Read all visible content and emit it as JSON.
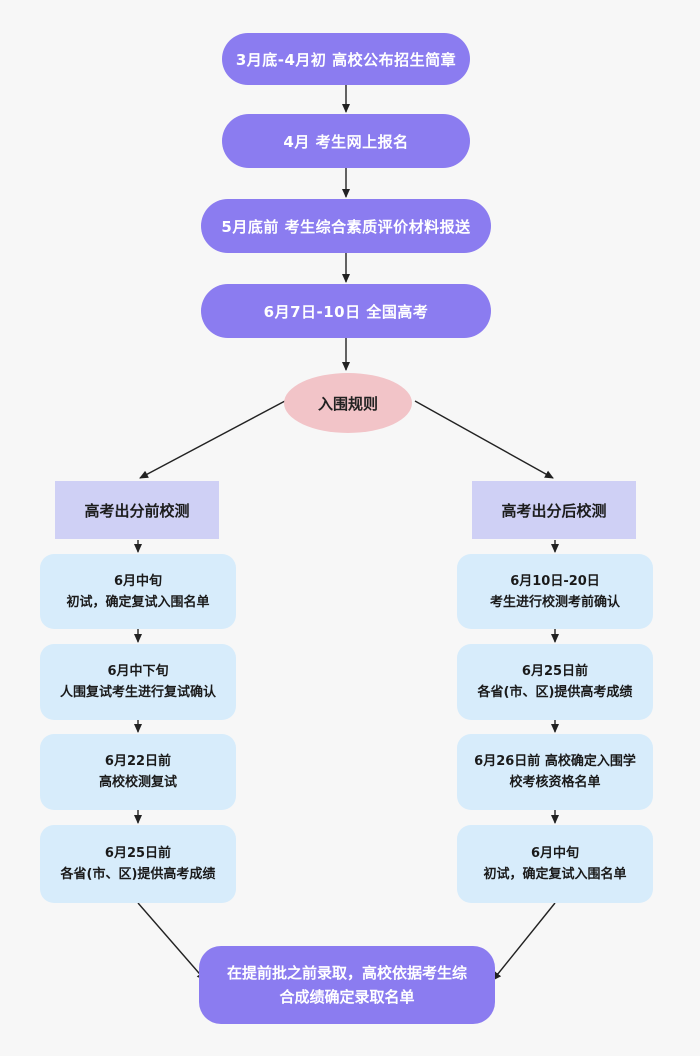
{
  "timeline": [
    "3月底-4月初 高校公布招生简章",
    "4月 考生网上报名",
    "5月底前 考生综合素质评价材料报送",
    "6月7日-10日 全国高考"
  ],
  "decision": "入围规则",
  "left_branch": {
    "title": "高考出分前校测",
    "steps": [
      {
        "line1": "6月中旬",
        "line2": "初试，确定复试入围名单"
      },
      {
        "line1": "6月中下旬",
        "line2": "人围复试考生进行复试确认"
      },
      {
        "line1": "6月22日前",
        "line2": "高校校测复试"
      },
      {
        "line1": "6月25日前",
        "line2": "各省(市、区)提供高考成绩"
      }
    ]
  },
  "right_branch": {
    "title": "高考出分后校测",
    "steps": [
      {
        "line1": "6月10日-20日",
        "line2": "考生进行校测考前确认"
      },
      {
        "line1": "6月25日前",
        "line2": "各省(市、区)提供高考成绩"
      },
      {
        "line1": "6月26日前 高校确定入围学",
        "line2": "校考核资格名单"
      },
      {
        "line1": "6月中旬",
        "line2": "初试，确定复试入围名单"
      }
    ]
  },
  "final": {
    "line1": "在提前批之前录取，高校依据考生综",
    "line2": "合成绩确定录取名单"
  }
}
